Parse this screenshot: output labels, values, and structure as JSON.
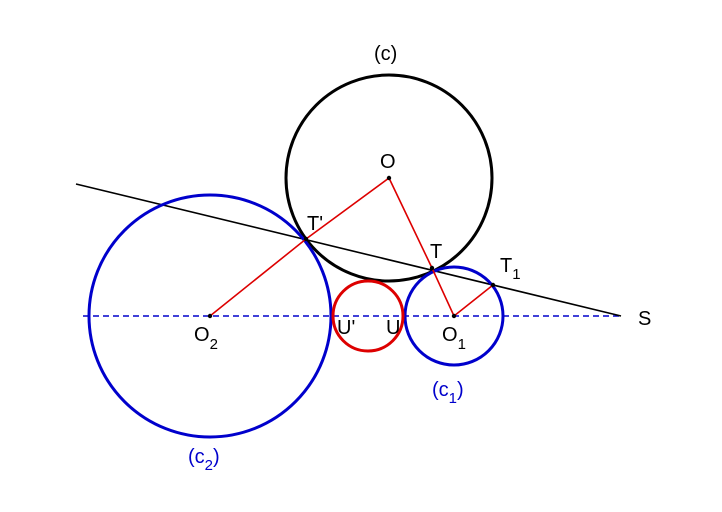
{
  "labels": {
    "c": "(c)",
    "O": "O",
    "T_prime": "T'",
    "T": "T",
    "T1": {
      "base": "T",
      "sub": "1"
    },
    "S": "S",
    "O2": {
      "base": "O",
      "sub": "2"
    },
    "U_prime": "U'",
    "U": "U",
    "O1": {
      "base": "O",
      "sub": "1"
    },
    "c1": {
      "open": "(c",
      "sub": "1",
      "close": ")"
    },
    "c2": {
      "open": "(c",
      "sub": "2",
      "close": ")"
    }
  },
  "colors": {
    "black": "#000000",
    "blue": "#0000cc",
    "red": "#dd0000"
  }
}
